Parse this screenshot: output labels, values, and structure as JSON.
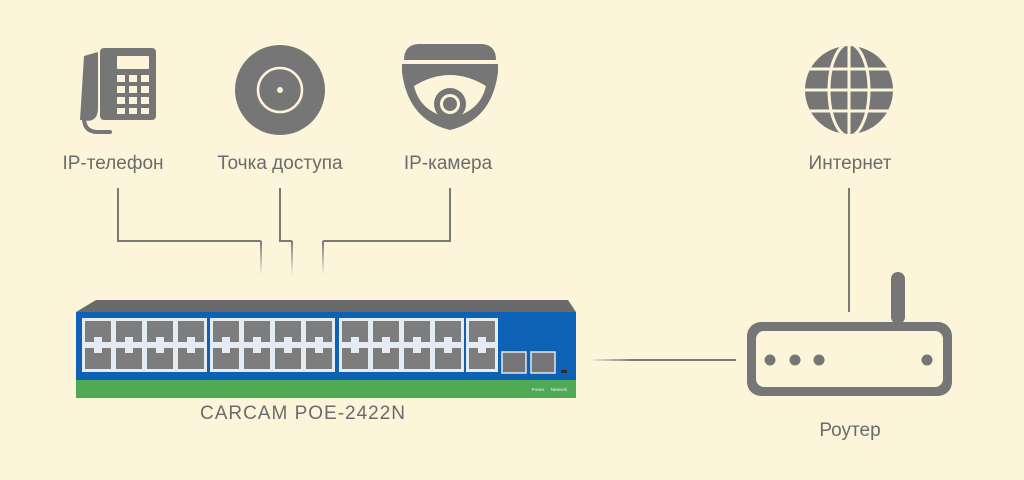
{
  "colors": {
    "background": "#fdf5d9",
    "icon": "#767676",
    "line": "#7a7a7a",
    "switch_body": "#0e62b6",
    "switch_strip": "#4faa56",
    "text": "#6b6b6b"
  },
  "devices": {
    "ip_phone": {
      "label": "IP-телефон",
      "icon": "desk-phone-icon"
    },
    "access_point": {
      "label": "Точка доступа",
      "icon": "access-point-icon"
    },
    "ip_camera": {
      "label": "IP-камера",
      "icon": "dome-camera-icon"
    },
    "internet": {
      "label": "Интернет",
      "icon": "globe-icon"
    },
    "router": {
      "label": "Роутер",
      "icon": "router-icon"
    }
  },
  "switch": {
    "label": "CARCAM POE-2422N",
    "indicator_power": "Power",
    "indicator_network": "Network"
  }
}
